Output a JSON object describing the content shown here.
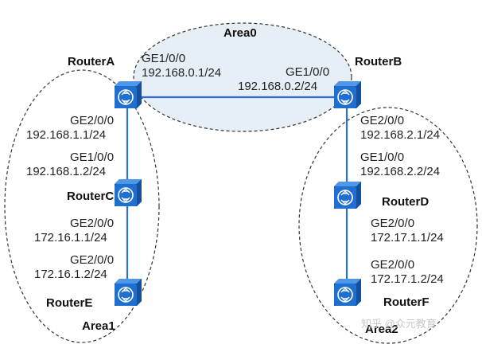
{
  "areas": {
    "area0": "Area0",
    "area1": "Area1",
    "area2": "Area2"
  },
  "routers": {
    "a": "RouterA",
    "b": "RouterB",
    "c": "RouterC",
    "d": "RouterD",
    "e": "RouterE",
    "f": "RouterF"
  },
  "interfaces": {
    "a_ge100": {
      "port": "GE1/0/0",
      "ip": "192.168.0.1/24"
    },
    "b_ge100": {
      "port": "GE1/0/0",
      "ip": "192.168.0.2/24"
    },
    "a_ge200": {
      "port": "GE2/0/0",
      "ip": "192.168.1.1/24"
    },
    "c_ge100": {
      "port": "GE1/0/0",
      "ip": "192.168.1.2/24"
    },
    "c_ge200": {
      "port": "GE2/0/0",
      "ip": "172.16.1.1/24"
    },
    "e_ge200": {
      "port": "GE2/0/0",
      "ip": "172.16.1.2/24"
    },
    "b_ge200": {
      "port": "GE2/0/0",
      "ip": "192.168.2.1/24"
    },
    "d_ge100": {
      "port": "GE1/0/0",
      "ip": "192.168.2.2/24"
    },
    "d_ge200": {
      "port": "GE2/0/0",
      "ip": "172.17.1.1/24"
    },
    "f_ge200": {
      "port": "GE2/0/0",
      "ip": "172.17.1.2/24"
    }
  },
  "watermark": "知乎 @众元教育",
  "colors": {
    "router_body": "#1f6fd0",
    "router_top": "#4f98e8",
    "link": "#2d6fd6",
    "area0_fill": "#e6eef6"
  },
  "icons": {
    "router": "router-icon"
  }
}
